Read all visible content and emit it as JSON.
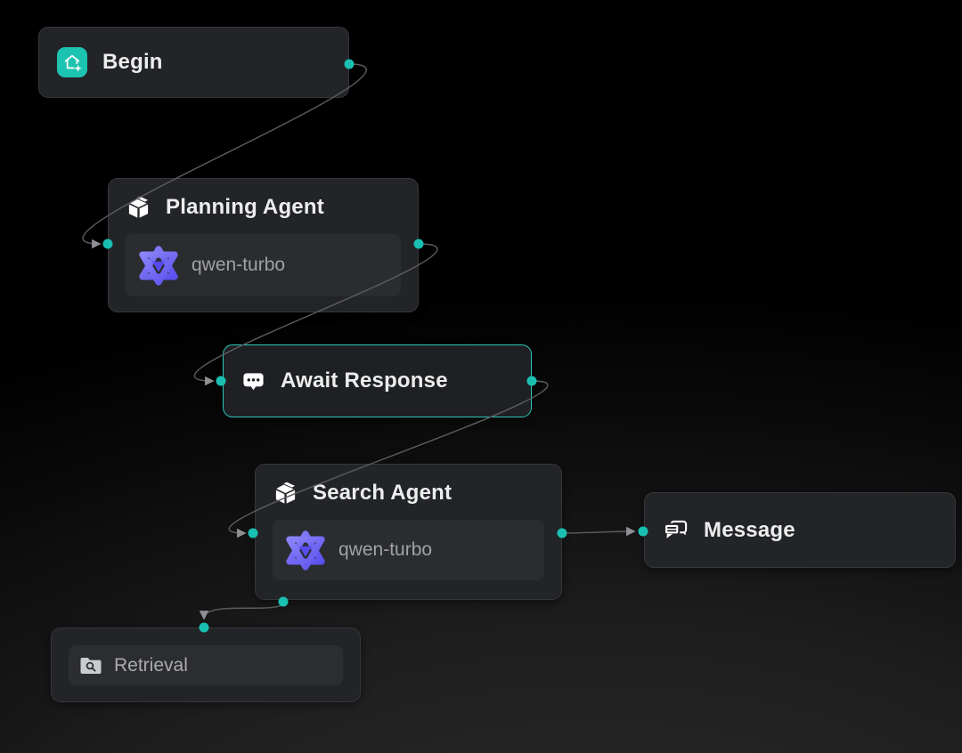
{
  "canvas": {
    "name": "Agent workflow canvas"
  },
  "colors": {
    "background": "#000000",
    "node_bg": "#232428",
    "node_border": "#35373b",
    "selected_border": "#2bc8ba",
    "handle_teal": "#19c0b2",
    "begin_icon_bg": "#1cc3b0",
    "edge_gray": "#5c5d61",
    "qwen_purple": "#6f67f2",
    "title_text": "#eceded",
    "muted_text": "#9fa1a6"
  },
  "nodes": [
    {
      "id": "begin",
      "label": "Begin",
      "icon": "home-plus-icon"
    },
    {
      "id": "planning_agent",
      "label": "Planning Agent",
      "icon": "cube-icon",
      "model": {
        "icon": "qwen-logo-icon",
        "name": "qwen-turbo"
      }
    },
    {
      "id": "await_response",
      "label": "Await Response",
      "icon": "chat-dots-icon",
      "selected": true
    },
    {
      "id": "search_agent",
      "label": "Search Agent",
      "icon": "cube-icon",
      "model": {
        "icon": "qwen-logo-icon",
        "name": "qwen-turbo"
      }
    },
    {
      "id": "message",
      "label": "Message",
      "icon": "message-bubbles-icon"
    },
    {
      "id": "retrieval",
      "label": "Retrieval",
      "icon": "folder-search-icon"
    }
  ],
  "edges": [
    {
      "from": "begin",
      "to": "planning_agent"
    },
    {
      "from": "planning_agent",
      "to": "await_response"
    },
    {
      "from": "await_response",
      "to": "search_agent"
    },
    {
      "from": "search_agent",
      "to": "message"
    },
    {
      "from": "search_agent",
      "to": "retrieval"
    }
  ]
}
